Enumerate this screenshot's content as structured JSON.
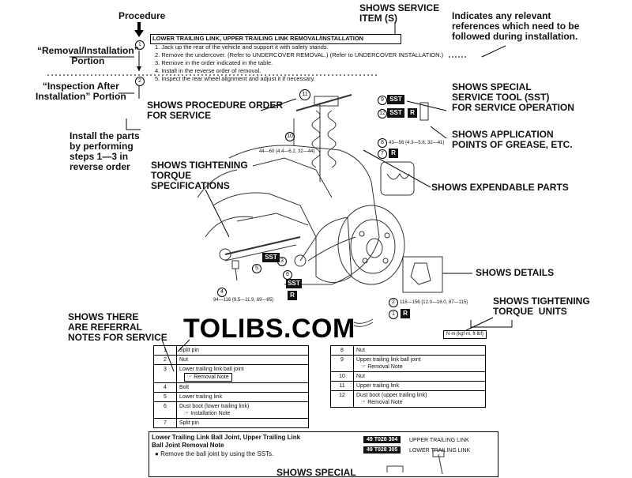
{
  "callouts": {
    "procedure": "Procedure",
    "service_item": "SHOWS SERVICE\nITEM (S)",
    "relevant_refs": "Indicates any relevant\nreferences which need to be\nfollowed during installation.",
    "removal_installation": "“Removal/Installation”\nPortion",
    "inspection_after": "“Inspection After\nInstallation” Portion",
    "procedure_order": "SHOWS PROCEDURE ORDER\nFOR SERVICE",
    "sst": "SHOWS SPECIAL\nSERVICE TOOL (SST)\nFOR SERVICE OPERATION",
    "grease": "SHOWS APPLICATION\nPOINTS OF GREASE, ETC.",
    "install_parts": "Install the parts\nby performing\nsteps 1—3 in\nreverse order",
    "tightening_torque": "SHOWS TIGHTENING\nTORQUE\nSPECIFICATIONS",
    "expendable": "SHOWS EXPENDABLE PARTS",
    "details": "SHOWS DETAILS",
    "torque_units": "SHOWS TIGHTENING\nTORQUE  UNITS",
    "referral_notes": "SHOWS THERE\nARE REFERRAL\nNOTES FOR SERVICE",
    "sst_bottom": "SHOWS SPECIAL"
  },
  "procedure": {
    "title": "LOWER TRAILING LINK, UPPER TRAILING LINK REMOVAL/INSTALLATION",
    "step_marker_1": "1",
    "step_marker_2": "2",
    "steps": [
      "1. Jack up the rear of the vehicle and support it with safety stands.",
      "2. Remove the undercover. (Refer to UNDERCOVER REMOVAL.)",
      "3. Remove in the order indicated in the table.",
      "4. Install in the reverse order of removal.",
      "5. Inspect the rear wheel alignment and adjust it if necessary."
    ],
    "step2_ref": "(Refer to UNDERCOVER INSTALLATION.)"
  },
  "diagram": {
    "sst_label": "SST",
    "r_label": "R",
    "torque_1": "44—60 {4.4—6.2, 32—44}",
    "torque_2": "43—56 {4.3—5.8, 32—41}",
    "torque_3": "94—116 {9.5—11.9, 69—85}",
    "torque_4": "118—156 {12.0—16.0, 87—115}",
    "torque_units_box": "N·m {kgf·m, ft·lbf}",
    "markers": [
      "1",
      "2",
      "3",
      "4",
      "5",
      "6",
      "7",
      "8",
      "9",
      "10",
      "11",
      "12"
    ]
  },
  "watermark": "TOLIBS.COM",
  "parts_left": [
    {
      "num": "1",
      "name": "Split pin",
      "note": ""
    },
    {
      "num": "2",
      "name": "Nut",
      "note": ""
    },
    {
      "num": "3",
      "name": "Lower trailing link ball joint",
      "note": "Removal Note"
    },
    {
      "num": "4",
      "name": "Bolt",
      "note": ""
    },
    {
      "num": "5",
      "name": "Lower trailing link",
      "note": ""
    },
    {
      "num": "6",
      "name": "Dust boot (lower trailing link)",
      "note": "Installation Note"
    },
    {
      "num": "7",
      "name": "Split pin",
      "note": ""
    }
  ],
  "parts_right": [
    {
      "num": "8",
      "name": "Nut",
      "note": ""
    },
    {
      "num": "9",
      "name": "Upper trailing link ball joint",
      "note": "Removal Note"
    },
    {
      "num": "10",
      "name": "Nut",
      "note": ""
    },
    {
      "num": "11",
      "name": "Upper trailing link",
      "note": ""
    },
    {
      "num": "12",
      "name": "Dust boot (upper trailing link)",
      "note": "Removal Note"
    }
  ],
  "note_ref_icon": "☞",
  "removal_note": {
    "title": "Lower Trailing Link Ball Joint, Upper Trailing Link\nBall Joint Removal Note",
    "bullet": "Remove the ball joint by using the SSTs.",
    "sst1_code": "49 T028 304",
    "sst1_name": "UPPER TRAILING LINK",
    "sst2_code": "49 T028 305",
    "sst2_name": "LOWER TRAILING LINK"
  }
}
